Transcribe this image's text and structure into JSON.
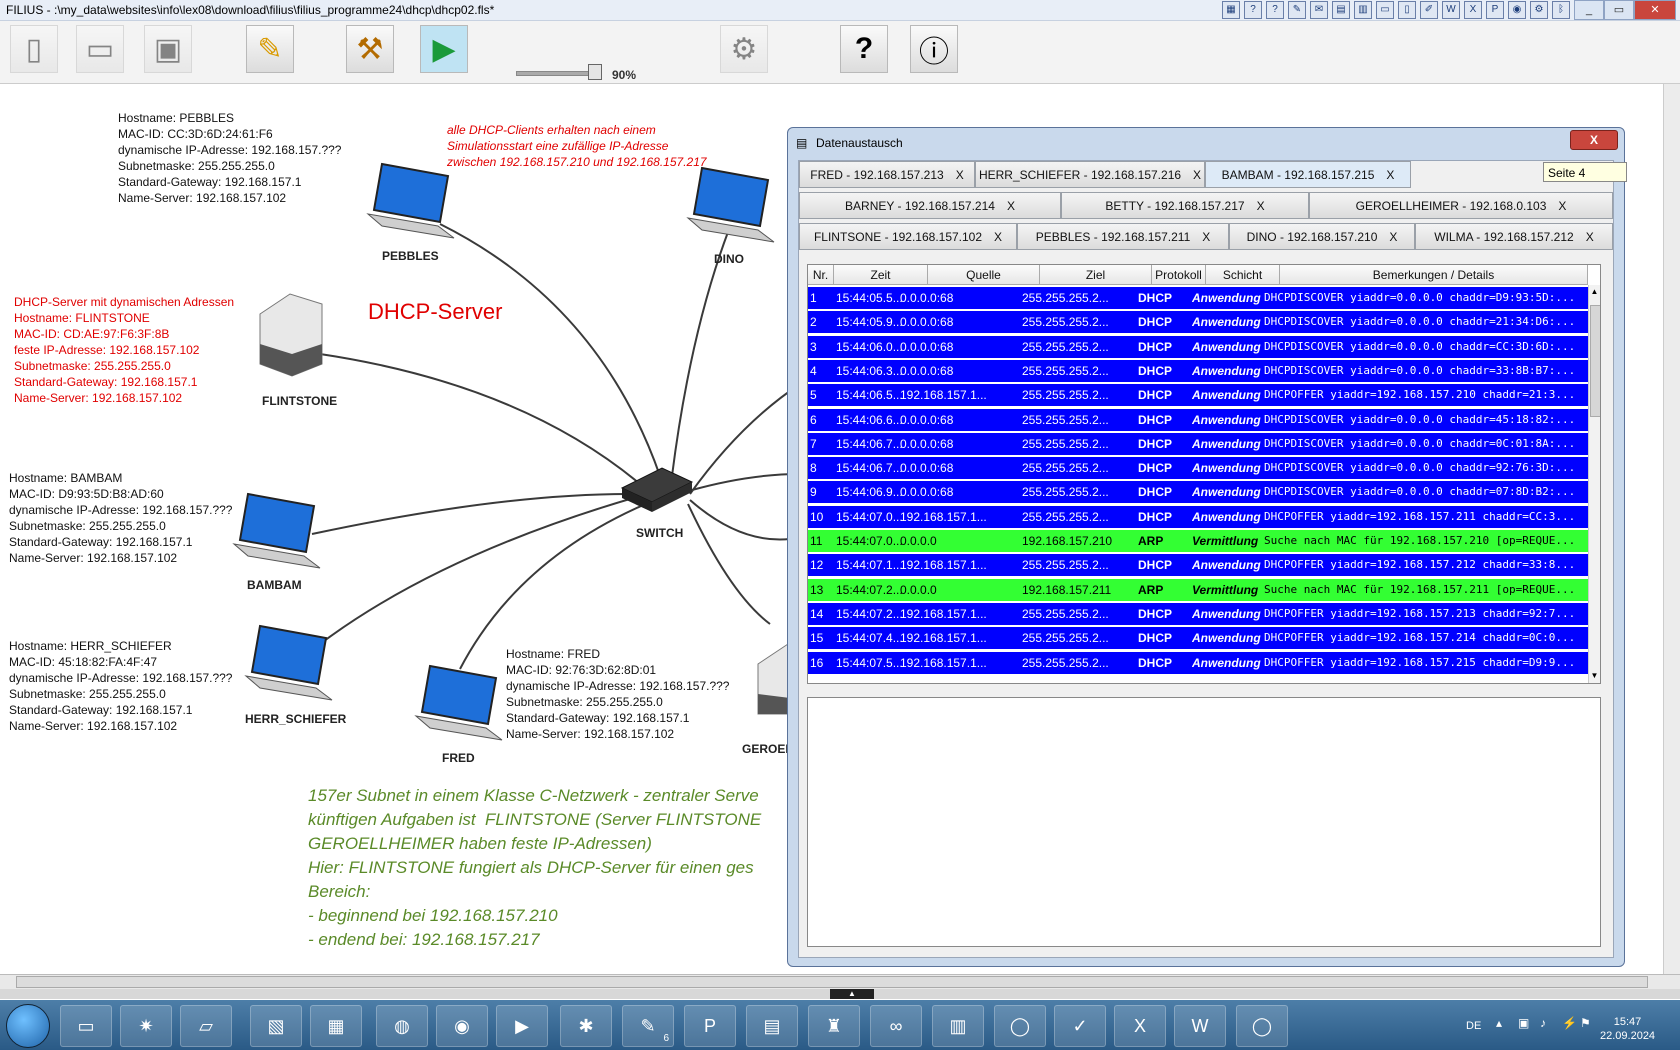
{
  "window": {
    "title": "FILIUS - :\\my_data\\websites\\info\\lex08\\download\\filius\\filius_programme24\\dhcp\\dhcp02.fls*"
  },
  "toolbar": {
    "speed_label": "90%",
    "speed_value": 0.9
  },
  "canvas": {
    "dhcp_title": "DHCP-Server",
    "note_red": "alle DHCP-Clients erhalten nach einem\nSimulationsstart eine zufällige IP-Adresse\nzwischen 192.168.157.210 und 192.168.157.217",
    "green_text": "157er Subnet in einem Klasse C-Netzwerk - zentraler Serve\nkünftigen Aufgaben ist  FLINTSTONE (Server FLINTSTONE\nGEROELLHEIMER haben feste IP-Adressen)\nHier: FLINTSTONE fungiert als DHCP-Server für einen ges\nBereich:\n- beginnend bei 192.168.157.210\n- endend bei: 192.168.157.217",
    "info_pebbles": "Hostname: PEBBLES\nMAC-ID: CC:3D:6D:24:61:F6\ndynamische IP-Adresse: 192.168.157.???\nSubnetmaske: 255.255.255.0\nStandard-Gateway: 192.168.157.1\nName-Server: 192.168.157.102",
    "info_flintstone": "DHCP-Server mit dynamischen Adressen\nHostname: FLINTSTONE\nMAC-ID: CD:AE:97:F6:3F:8B\nfeste IP-Adresse: 192.168.157.102\nSubnetmaske: 255.255.255.0\nStandard-Gateway: 192.168.157.1\nName-Server: 192.168.157.102",
    "info_bambam": "Hostname: BAMBAM\nMAC-ID: D9:93:5D:B8:AD:60\ndynamische IP-Adresse: 192.168.157.???\nSubnetmaske: 255.255.255.0\nStandard-Gateway: 192.168.157.1\nName-Server: 192.168.157.102",
    "info_herr_schiefer": "Hostname: HERR_SCHIEFER\nMAC-ID: 45:18:82:FA:4F:47\ndynamische IP-Adresse: 192.168.157.???\nSubnetmaske: 255.255.255.0\nStandard-Gateway: 192.168.157.1\nName-Server: 192.168.157.102",
    "info_fred": "Hostname: FRED\nMAC-ID: 92:76:3D:62:8D:01\ndynamische IP-Adresse: 192.168.157.???\nSubnetmaske: 255.255.255.0\nStandard-Gateway: 192.168.157.1\nName-Server: 192.168.157.102",
    "labels": {
      "pebbles": "PEBBLES",
      "dino": "DINO",
      "flintstone": "FLINTSTONE",
      "switch": "SWITCH",
      "bambam": "BAMBAM",
      "herr_schiefer": "HERR_SCHIEFER",
      "fred": "FRED",
      "geroell": "GEROEL"
    }
  },
  "datenaustausch": {
    "title": "Datenaustausch",
    "close": "X",
    "tooltip": "Seite 4",
    "tabs_row1": [
      {
        "label": "FRED - 192.168.157.213",
        "x": "X"
      },
      {
        "label": "HERR_SCHIEFER - 192.168.157.216",
        "x": "X"
      },
      {
        "label": "BAMBAM - 192.168.157.215",
        "x": "X"
      }
    ],
    "tabs_row2": [
      {
        "label": "BARNEY - 192.168.157.214",
        "x": "X"
      },
      {
        "label": "BETTY - 192.168.157.217",
        "x": "X"
      },
      {
        "label": "GEROELLHEIMER - 192.168.0.103",
        "x": "X"
      }
    ],
    "tabs_row3": [
      {
        "label": "FLINTSONE - 192.168.157.102",
        "x": "X"
      },
      {
        "label": "PEBBLES - 192.168.157.211",
        "x": "X"
      },
      {
        "label": "DINO - 192.168.157.210",
        "x": "X"
      },
      {
        "label": "WILMA - 192.168.157.212",
        "x": "X"
      }
    ],
    "columns": [
      "Nr.",
      "Zeit",
      "Quelle",
      "Ziel",
      "Protokoll",
      "Schicht",
      "Bemerkungen / Details"
    ],
    "rows": [
      {
        "nr": "1",
        "zeit": "15:44:05.5...",
        "quelle": "0.0.0.0:68",
        "ziel": "255.255.255.2...",
        "proto": "DHCP",
        "schicht": "Anwendung",
        "details": "DHCPDISCOVER yiaddr=0.0.0.0 chaddr=D9:93:5D:...",
        "color": "blue"
      },
      {
        "nr": "2",
        "zeit": "15:44:05.9...",
        "quelle": "0.0.0.0:68",
        "ziel": "255.255.255.2...",
        "proto": "DHCP",
        "schicht": "Anwendung",
        "details": "DHCPDISCOVER yiaddr=0.0.0.0 chaddr=21:34:D6:...",
        "color": "blue"
      },
      {
        "nr": "3",
        "zeit": "15:44:06.0...",
        "quelle": "0.0.0.0:68",
        "ziel": "255.255.255.2...",
        "proto": "DHCP",
        "schicht": "Anwendung",
        "details": "DHCPDISCOVER yiaddr=0.0.0.0 chaddr=CC:3D:6D:...",
        "color": "blue"
      },
      {
        "nr": "4",
        "zeit": "15:44:06.3...",
        "quelle": "0.0.0.0:68",
        "ziel": "255.255.255.2...",
        "proto": "DHCP",
        "schicht": "Anwendung",
        "details": "DHCPDISCOVER yiaddr=0.0.0.0 chaddr=33:8B:B7:...",
        "color": "blue"
      },
      {
        "nr": "5",
        "zeit": "15:44:06.5...",
        "quelle": "192.168.157.1...",
        "ziel": "255.255.255.2...",
        "proto": "DHCP",
        "schicht": "Anwendung",
        "details": "DHCPOFFER yiaddr=192.168.157.210 chaddr=21:3...",
        "color": "blue"
      },
      {
        "nr": "6",
        "zeit": "15:44:06.6...",
        "quelle": "0.0.0.0:68",
        "ziel": "255.255.255.2...",
        "proto": "DHCP",
        "schicht": "Anwendung",
        "details": "DHCPDISCOVER yiaddr=0.0.0.0 chaddr=45:18:82:...",
        "color": "blue"
      },
      {
        "nr": "7",
        "zeit": "15:44:06.7...",
        "quelle": "0.0.0.0:68",
        "ziel": "255.255.255.2...",
        "proto": "DHCP",
        "schicht": "Anwendung",
        "details": "DHCPDISCOVER yiaddr=0.0.0.0 chaddr=0C:01:8A:...",
        "color": "blue"
      },
      {
        "nr": "8",
        "zeit": "15:44:06.7...",
        "quelle": "0.0.0.0:68",
        "ziel": "255.255.255.2...",
        "proto": "DHCP",
        "schicht": "Anwendung",
        "details": "DHCPDISCOVER yiaddr=0.0.0.0 chaddr=92:76:3D:...",
        "color": "blue"
      },
      {
        "nr": "9",
        "zeit": "15:44:06.9...",
        "quelle": "0.0.0.0:68",
        "ziel": "255.255.255.2...",
        "proto": "DHCP",
        "schicht": "Anwendung",
        "details": "DHCPDISCOVER yiaddr=0.0.0.0 chaddr=07:8D:B2:...",
        "color": "blue"
      },
      {
        "nr": "10",
        "zeit": "15:44:07.0...",
        "quelle": "192.168.157.1...",
        "ziel": "255.255.255.2...",
        "proto": "DHCP",
        "schicht": "Anwendung",
        "details": "DHCPOFFER yiaddr=192.168.157.211 chaddr=CC:3...",
        "color": "blue"
      },
      {
        "nr": "11",
        "zeit": "15:44:07.0...",
        "quelle": "0.0.0.0",
        "ziel": "192.168.157.210",
        "proto": "ARP",
        "schicht": "Vermittlung",
        "details": "Suche nach MAC für 192.168.157.210 [op=REQUE...",
        "color": "green"
      },
      {
        "nr": "12",
        "zeit": "15:44:07.1...",
        "quelle": "192.168.157.1...",
        "ziel": "255.255.255.2...",
        "proto": "DHCP",
        "schicht": "Anwendung",
        "details": "DHCPOFFER yiaddr=192.168.157.212 chaddr=33:8...",
        "color": "blue"
      },
      {
        "nr": "13",
        "zeit": "15:44:07.2...",
        "quelle": "0.0.0.0",
        "ziel": "192.168.157.211",
        "proto": "ARP",
        "schicht": "Vermittlung",
        "details": "Suche nach MAC für 192.168.157.211 [op=REQUE...",
        "color": "green"
      },
      {
        "nr": "14",
        "zeit": "15:44:07.2...",
        "quelle": "192.168.157.1...",
        "ziel": "255.255.255.2...",
        "proto": "DHCP",
        "schicht": "Anwendung",
        "details": "DHCPOFFER yiaddr=192.168.157.213 chaddr=92:7...",
        "color": "blue"
      },
      {
        "nr": "15",
        "zeit": "15:44:07.4...",
        "quelle": "192.168.157.1...",
        "ziel": "255.255.255.2...",
        "proto": "DHCP",
        "schicht": "Anwendung",
        "details": "DHCPOFFER yiaddr=192.168.157.214 chaddr=0C:0...",
        "color": "blue"
      },
      {
        "nr": "16",
        "zeit": "15:44:07.5...",
        "quelle": "192.168.157.1...",
        "ziel": "255.255.255.2...",
        "proto": "DHCP",
        "schicht": "Anwendung",
        "details": "DHCPOFFER yiaddr=192.168.157.215 chaddr=D9:9...",
        "color": "blue"
      }
    ]
  },
  "taskbar": {
    "lang": "DE",
    "time": "15:47",
    "date": "22.09.2024",
    "badge": "6"
  },
  "colors": {
    "row_blue": "#0000ff",
    "row_green": "#33ff33",
    "annotation_red": "#e00000",
    "note_green": "#5a8a28"
  }
}
